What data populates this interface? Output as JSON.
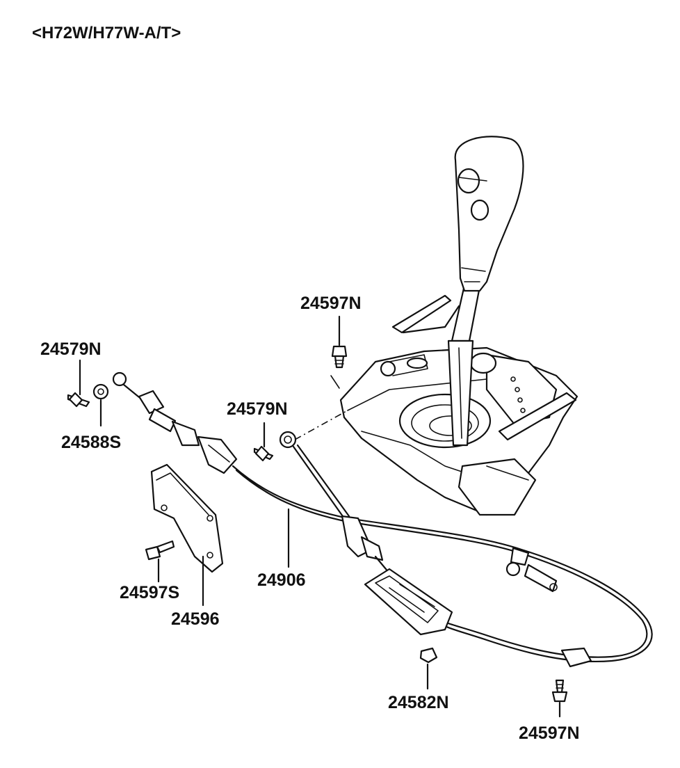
{
  "title": "<H72W/H77W-A/T>",
  "parts": {
    "p24597N_top": "24597N",
    "p24579N_left": "24579N",
    "p24588S": "24588S",
    "p24579N_mid": "24579N",
    "p24597S": "24597S",
    "p24596": "24596",
    "p24906": "24906",
    "p24582N": "24582N",
    "p24597N_bottom": "24597N"
  }
}
